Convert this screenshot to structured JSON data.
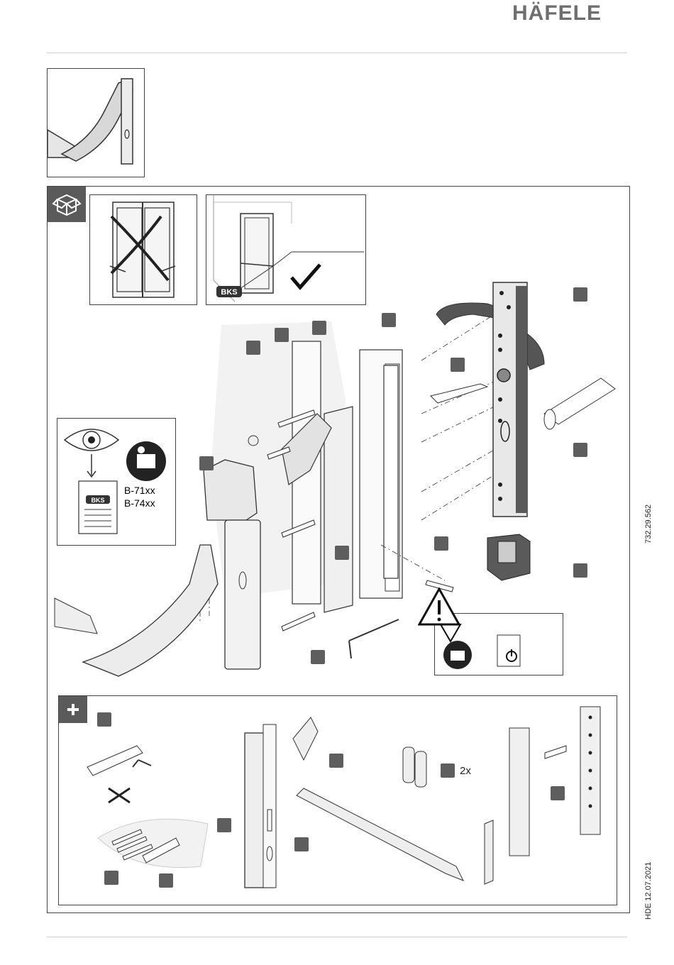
{
  "header": {
    "brand": "HÄFELE"
  },
  "side": {
    "article_number": "732.29.562",
    "doc_code": "HDE 12.07.2021"
  },
  "info_panel": {
    "bks_label": "BKS",
    "models": [
      "B-71xx",
      "B-74xx"
    ]
  },
  "window_panel": {
    "bks_label": "BKS"
  },
  "accessories": {
    "battery_count": "2x"
  },
  "icons": [
    "box-icon",
    "plus-icon",
    "eye-icon",
    "manual-icon",
    "warning-icon",
    "power-icon",
    "checkmark-icon",
    "cross-icon"
  ],
  "colors": {
    "callout": "#5e5e5e",
    "dark_header": "#5a5a5a",
    "line": "#333333"
  }
}
